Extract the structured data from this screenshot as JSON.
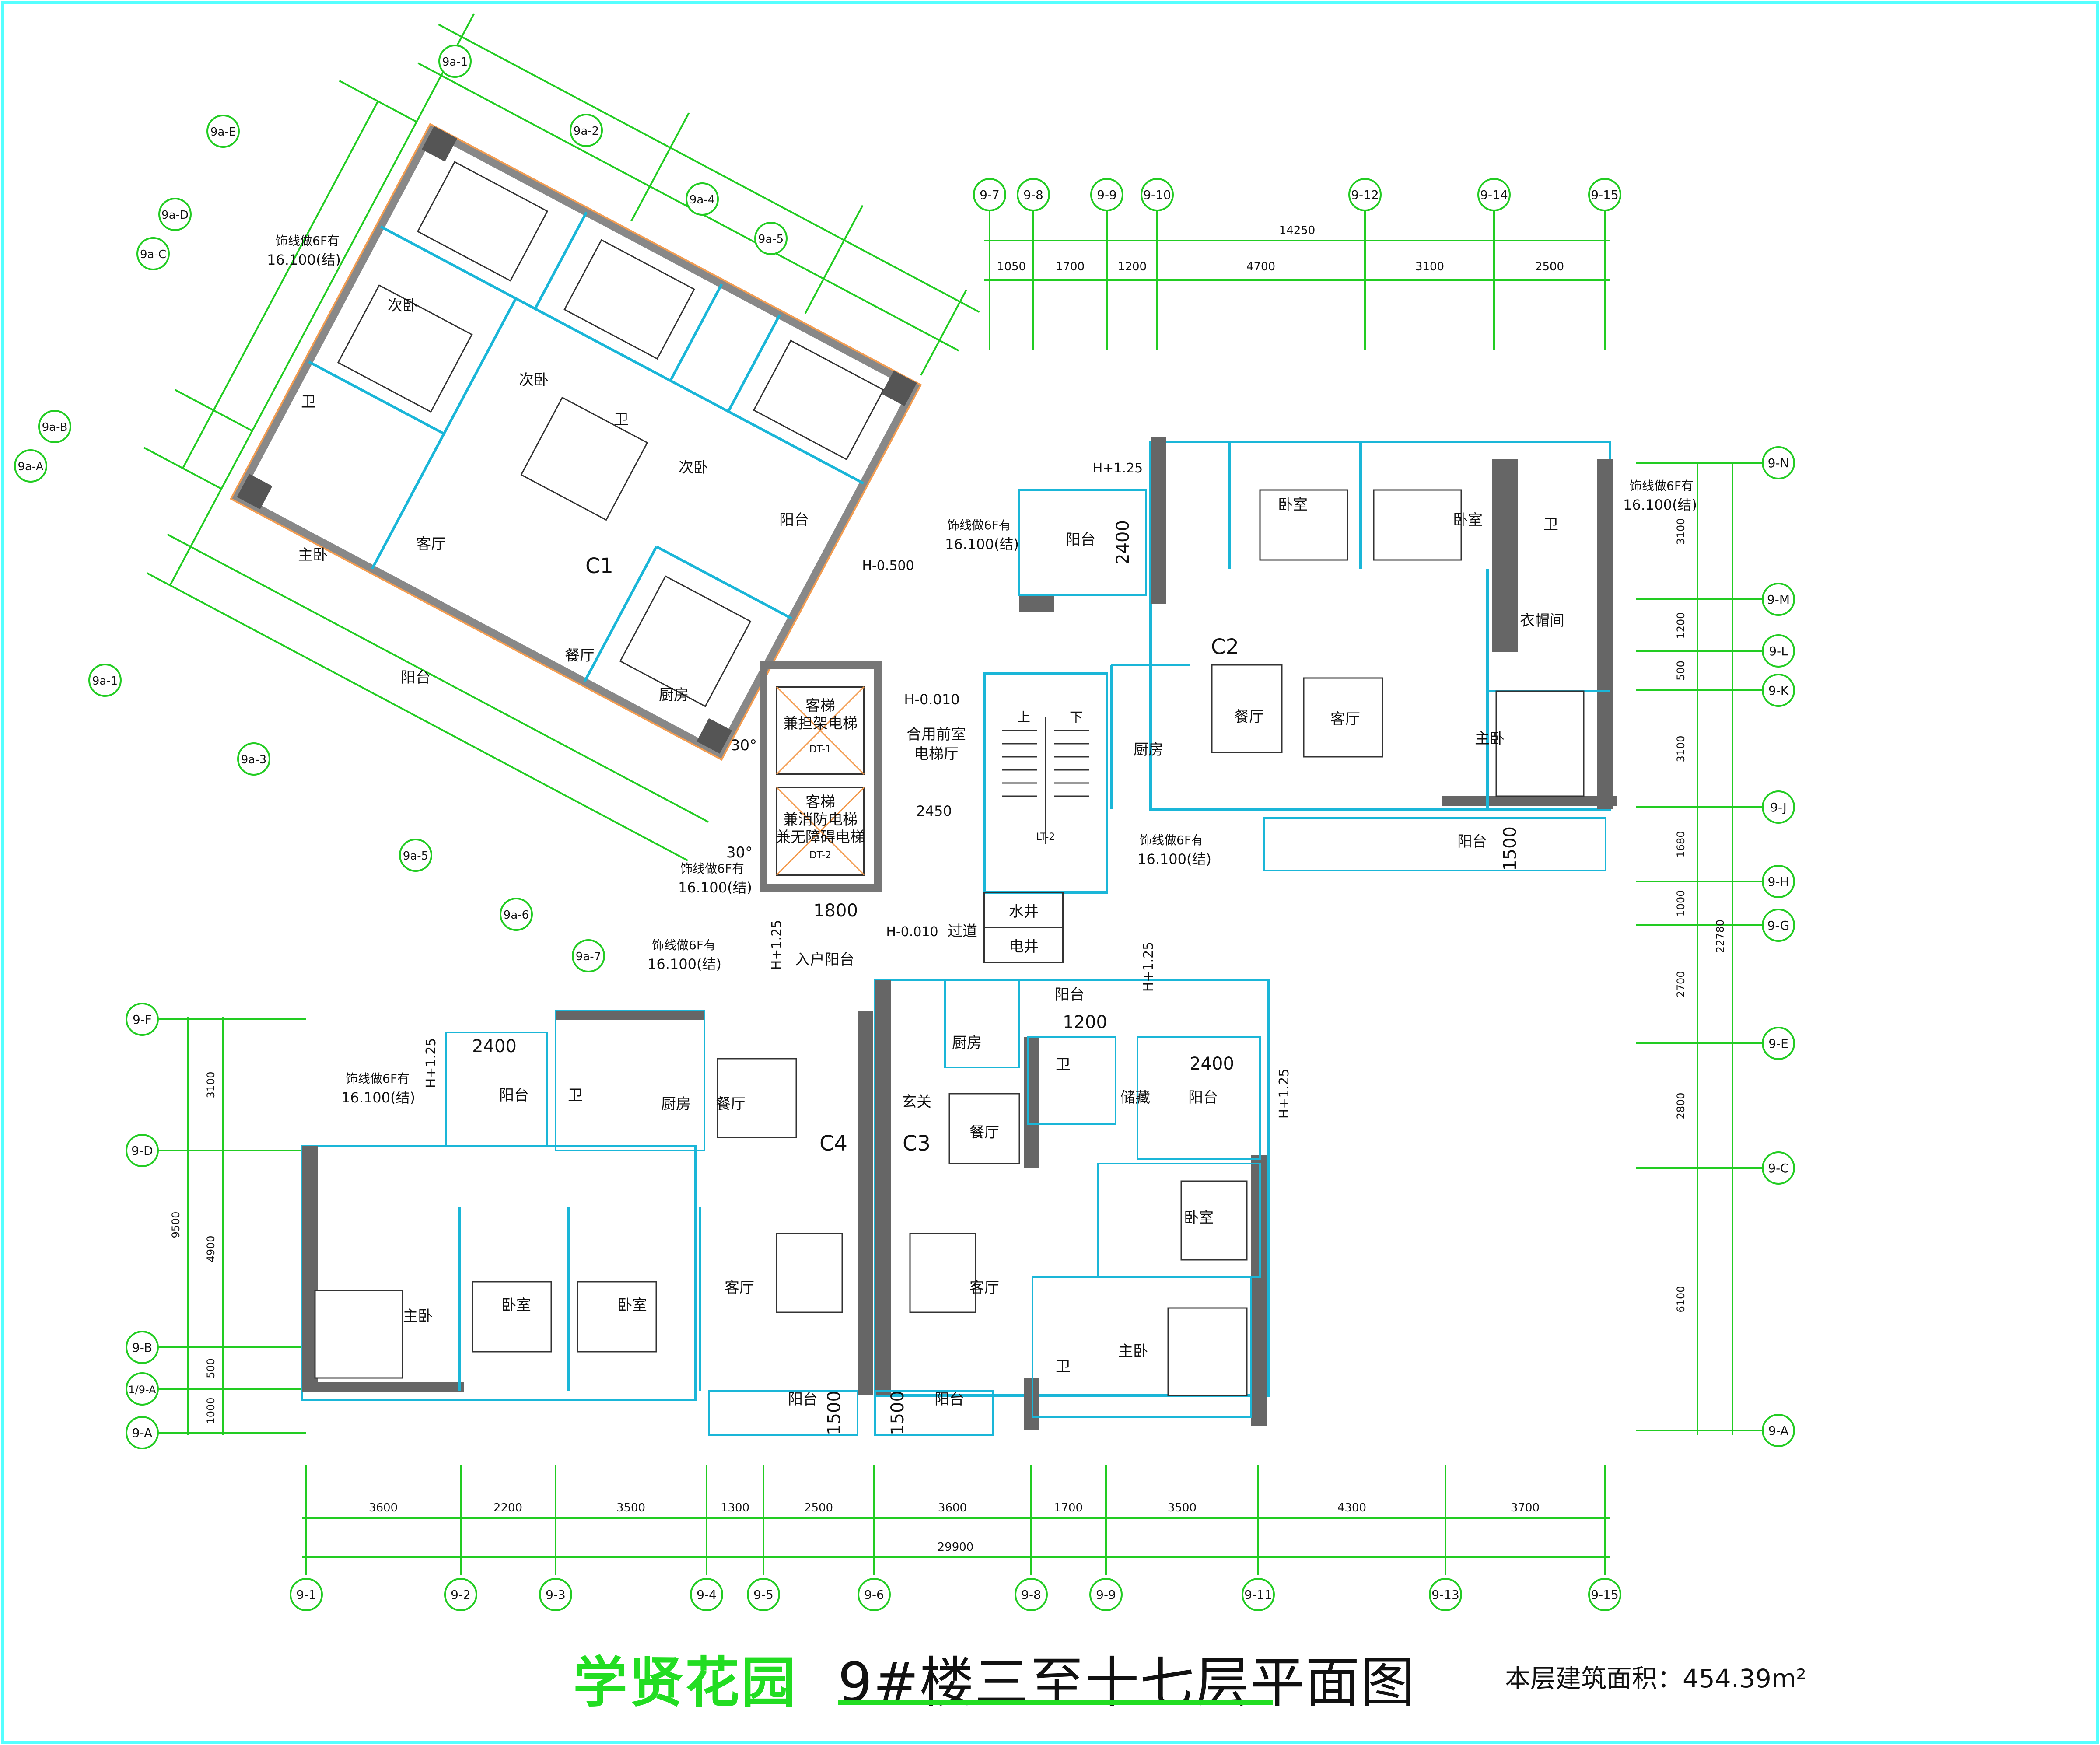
{
  "title": {
    "project": "学贤花园",
    "drawing": "9#楼三至十七层平面图",
    "area_label": "本层建筑面积：454.39m²"
  },
  "units": {
    "c1": "C1",
    "c2": "C2",
    "c3": "C3",
    "c4": "C4"
  },
  "axes": {
    "top": [
      "9-7",
      "9-8",
      "9-9",
      "9-10",
      "9-12",
      "9-14",
      "9-15"
    ],
    "bottom": [
      "9-1",
      "9-2",
      "9-3",
      "9-4",
      "9-5",
      "9-6",
      "9-8",
      "9-9",
      "9-11",
      "9-13",
      "9-15"
    ],
    "right": [
      "9-N",
      "9-M",
      "9-L",
      "9-K",
      "9-J",
      "9-H",
      "9-G",
      "9-E",
      "9-C",
      "9-A"
    ],
    "left": [
      "9-F",
      "9-D",
      "9-B",
      "1/9-A",
      "9-A"
    ],
    "rotated": [
      "9a-1",
      "9a-2",
      "9a-4",
      "9a-5",
      "9a-E",
      "9a-D",
      "9a-C",
      "9a-B",
      "9a-A",
      "9a-1",
      "9a-3",
      "9a-5",
      "9a-6",
      "9a-7"
    ]
  },
  "dims": {
    "top_total": "14250",
    "top": [
      "1050",
      "1700",
      "1200",
      "4700",
      "3100",
      "2500"
    ],
    "bottom_total": "29900",
    "bottom": [
      "3600",
      "2200",
      "3500",
      "1300",
      "2500",
      "3600",
      "1700",
      "3500",
      "4300",
      "3700"
    ],
    "right_total": "22780",
    "right": [
      "3100",
      "1200",
      "500",
      "3100",
      "1680",
      "1000",
      "2700",
      "2800",
      "6100"
    ],
    "left_total": "9500",
    "left": [
      "3100",
      "4900",
      "500",
      "1000"
    ]
  },
  "rooms": {
    "cike": "客厅",
    "canting": "餐厅",
    "chufang": "厨房",
    "zhuwo": "主卧",
    "ciwo": "次卧",
    "woshi": "卧室",
    "yangtai": "阳台",
    "wei": "卫",
    "xuanguan": "玄关",
    "chucang": "储藏",
    "yimaojian": "衣帽间",
    "ruhu": "入户阳台",
    "guodao": "过道",
    "shuijing": "水井",
    "dianjing": "电井",
    "lobby": "合用前室",
    "lobby2": "电梯厅",
    "elev1": "客梯",
    "elev1b": "兼担架电梯",
    "elev2": "客梯",
    "elev2b": "兼消防电梯",
    "elev2c": "兼无障碍电梯",
    "shang": "上",
    "xia": "下",
    "lt": "LT-2",
    "dt1": "DT-1",
    "dt2": "DT-2"
  },
  "notes": {
    "deco": "饰线做6F有",
    "elev": "16.100(结)",
    "h_0010": "H-0.010",
    "h_0500": "H-0.500",
    "h_125": "H+1.25",
    "d2400": "2400",
    "d1500": "1500",
    "d1800": "1800",
    "d1200": "1200",
    "d2450": "2450",
    "angle": "30°"
  }
}
